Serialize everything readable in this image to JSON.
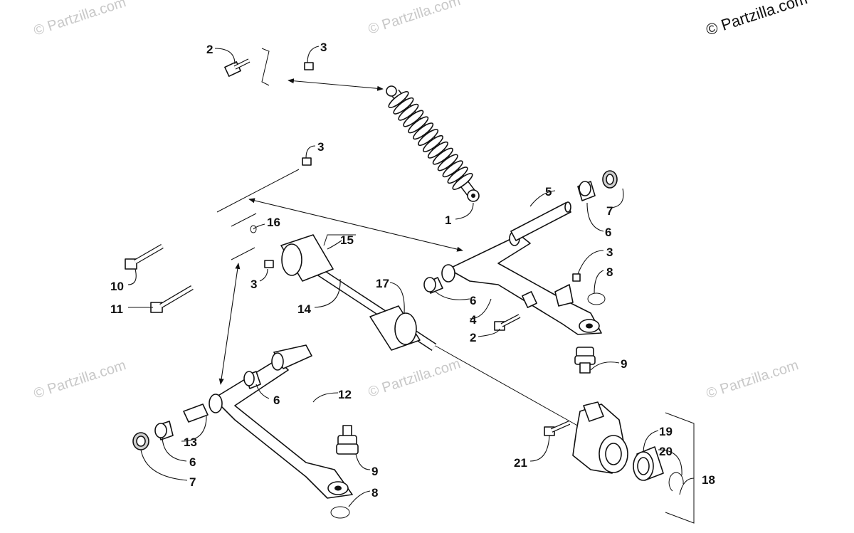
{
  "copyright": "© Partzilla.com",
  "watermarks": [
    "© Partzilla.com",
    "© Partzilla.com",
    "© Partzilla.com",
    "© Partzilla.com",
    "© Partzilla.com",
    "© Partzilla.com"
  ],
  "callouts": {
    "c1": "1",
    "c2a": "2",
    "c2b": "2",
    "c3a": "3",
    "c3b": "3",
    "c3c": "3",
    "c3d": "3",
    "c4": "4",
    "c5": "5",
    "c6a": "6",
    "c6b": "6",
    "c6c": "6",
    "c6d": "6",
    "c7a": "7",
    "c7b": "7",
    "c8a": "8",
    "c8b": "8",
    "c9a": "9",
    "c9b": "9",
    "c10": "10",
    "c11": "11",
    "c12": "12",
    "c13": "13",
    "c14": "14",
    "c15": "15",
    "c16": "16",
    "c17": "17",
    "c18": "18",
    "c19": "19",
    "c20": "20",
    "c21": "21"
  }
}
